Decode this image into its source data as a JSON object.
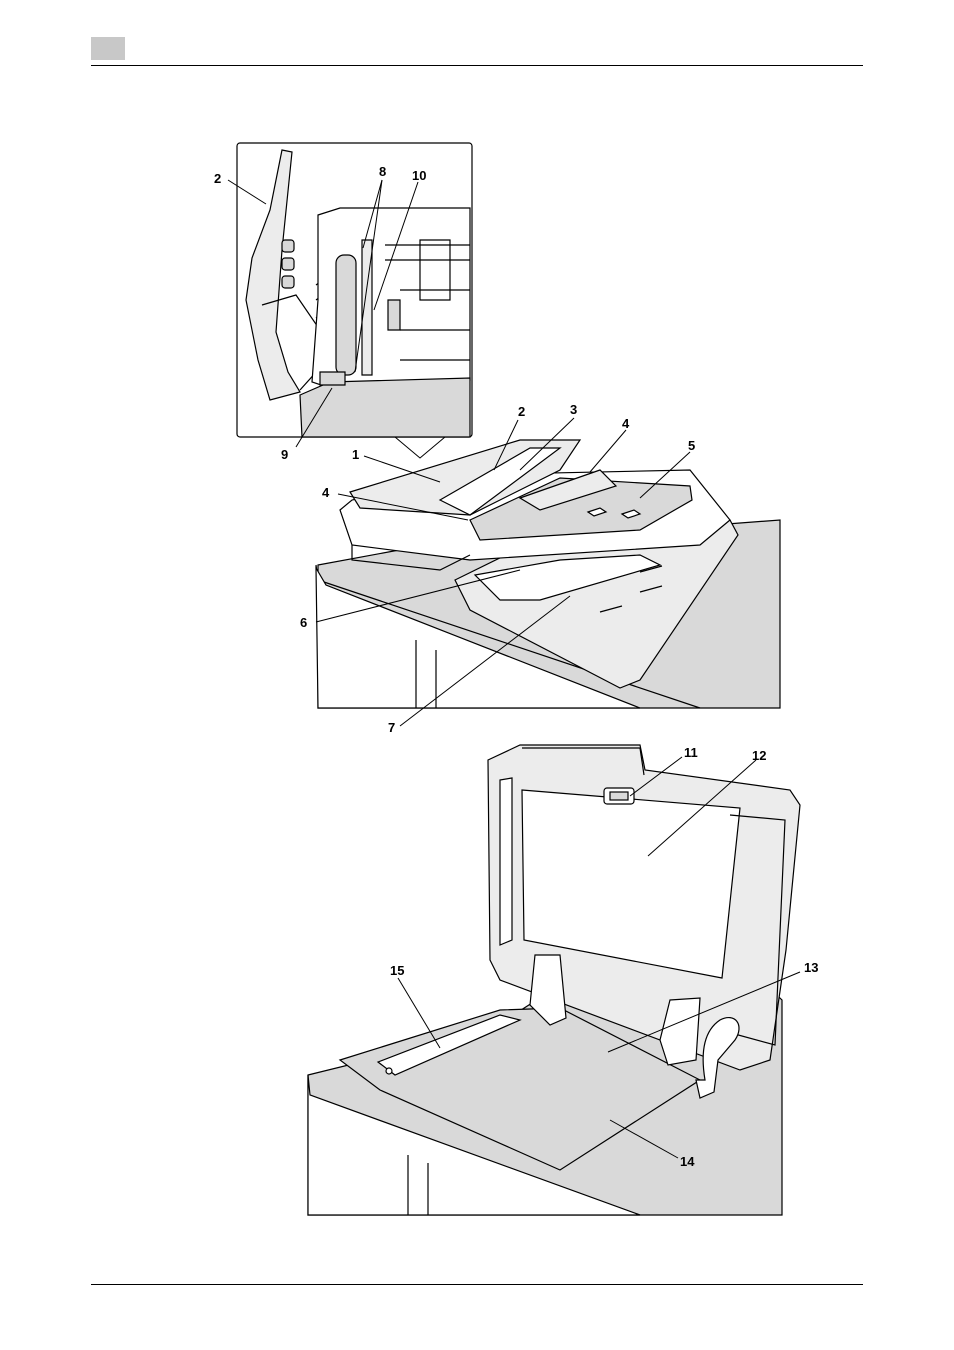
{
  "figure": {
    "callouts": {
      "inset_2": "2",
      "inset_8": "8",
      "inset_10": "10",
      "inset_9": "9",
      "adf_1": "1",
      "adf_2": "2",
      "adf_3": "3",
      "adf_4a": "4",
      "adf_4b": "4",
      "adf_5": "5",
      "adf_6": "6",
      "adf_7": "7",
      "glass_11": "11",
      "glass_12": "12",
      "glass_13": "13",
      "glass_14": "14",
      "glass_15": "15"
    }
  },
  "colors": {
    "line": "#000000",
    "panel_gray": "#d9d9d9",
    "light_gray": "#ececec",
    "tab_gray": "#c8c8c8"
  }
}
